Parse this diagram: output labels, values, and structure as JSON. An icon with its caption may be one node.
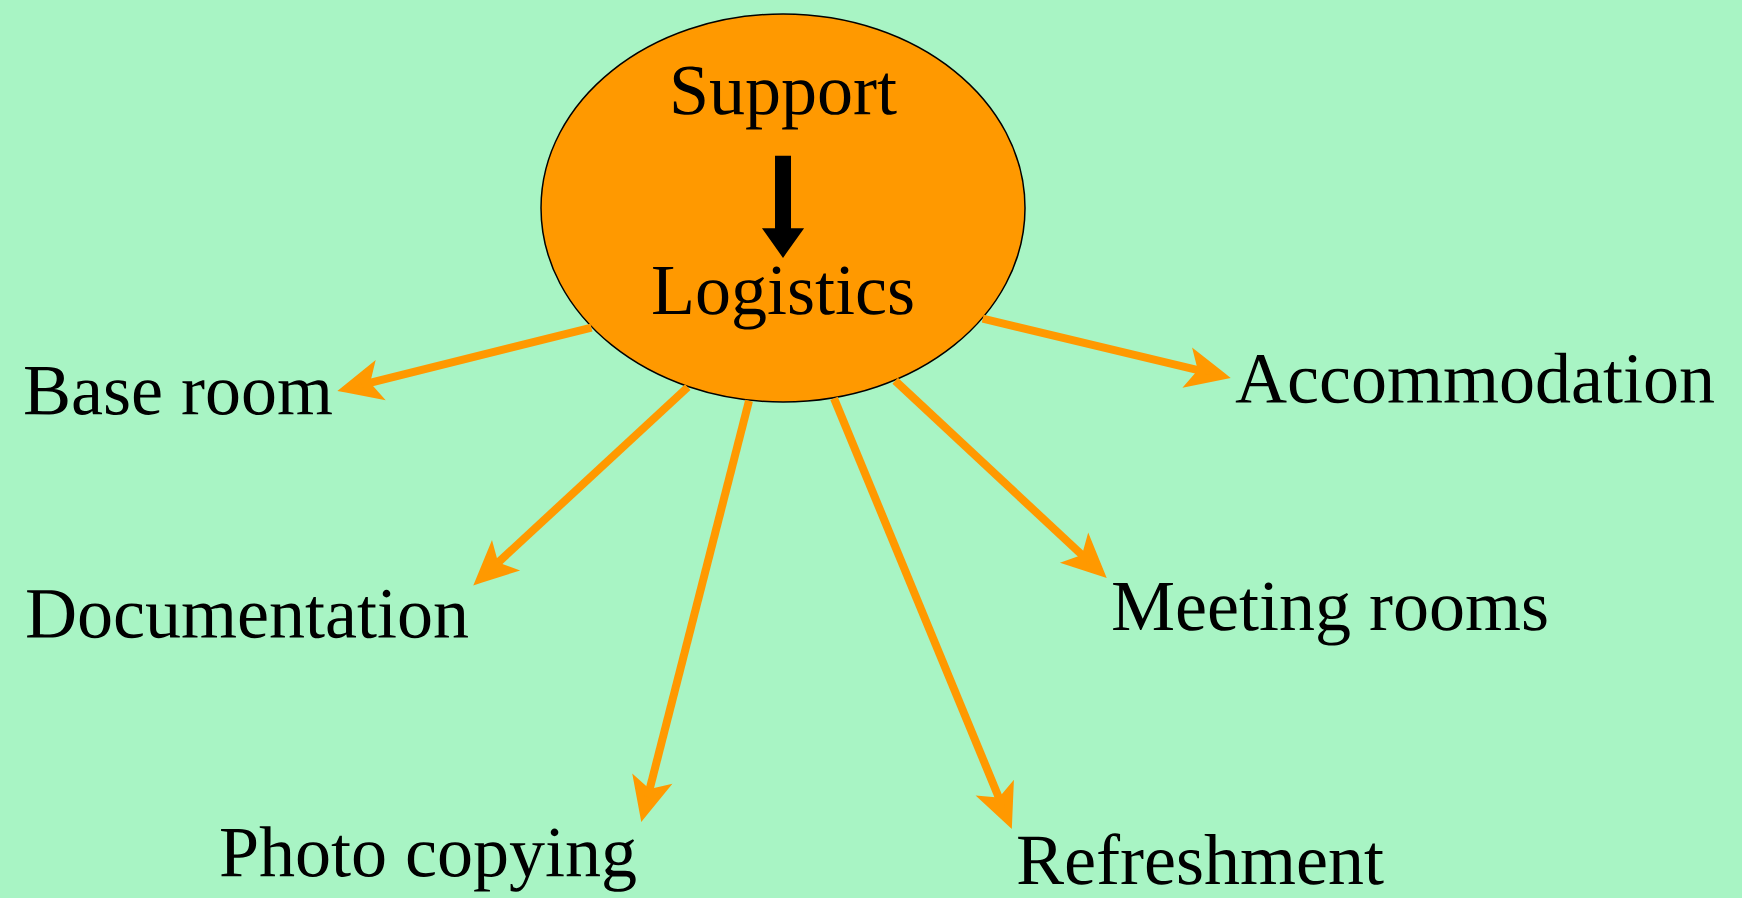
{
  "diagram": {
    "nodes": [
      {
        "text": [],
        "shape": "ellipse"
      },
      {
        "text": [
          "Support"
        ],
        "in": 0
      },
      {
        "text": [
          "Logistics"
        ],
        "in": 0
      },
      {
        "text": [
          "Base room"
        ]
      },
      {
        "text": [
          "Accommodation"
        ]
      },
      {
        "text": [
          "Documentation"
        ]
      },
      {
        "text": [
          "Meeting rooms"
        ]
      },
      {
        "text": [
          "Photo copying"
        ]
      },
      {
        "text": [
          "Refreshment"
        ]
      }
    ],
    "edges": [
      {
        "from": 1,
        "to": 2,
        "arrow": "to",
        "style": "thick",
        "color": "#000000"
      },
      {
        "from": 0,
        "to": 3,
        "arrow": "to"
      },
      {
        "from": 0,
        "to": 4,
        "arrow": "to"
      },
      {
        "from": 0,
        "to": 5,
        "arrow": "to"
      },
      {
        "from": 0,
        "to": 6,
        "arrow": "to"
      },
      {
        "from": 0,
        "to": 7,
        "arrow": "to"
      },
      {
        "from": 0,
        "to": 8,
        "arrow": "to"
      }
    ]
  }
}
